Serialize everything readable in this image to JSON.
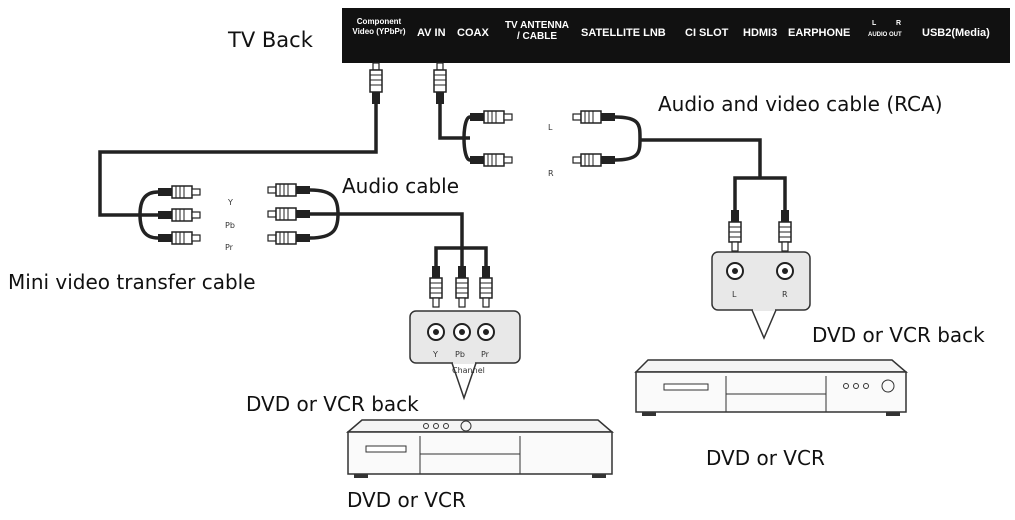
{
  "tv_back": {
    "title": "TV Back",
    "ports": {
      "component_line1": "Component",
      "component_line2": "Video (YPbPr)",
      "av_in": "AV IN",
      "coax": "COAX",
      "tv_antenna_line1": "TV ANTENNA",
      "tv_antenna_line2": "/ CABLE",
      "satellite_lnb": "SATELLITE LNB",
      "ci_slot": "CI SLOT",
      "hdmi3": "HDMI3",
      "earphone": "EARPHONE",
      "audio_out_l": "L",
      "audio_out_r": "R",
      "audio_out": "AUDIO OUT",
      "usb2": "USB2(Media)"
    }
  },
  "cables": {
    "rca": "Audio and video cable (RCA)",
    "audio": "Audio cable",
    "mini_video": "Mini video transfer cable",
    "rca_plug_l": "L",
    "rca_plug_r": "R",
    "mini_plug_y": "Y",
    "mini_plug_pb": "Pb",
    "mini_plug_pr": "Pr"
  },
  "left_device": {
    "jack_y": "Y",
    "jack_pb": "Pb",
    "jack_pr": "Pr",
    "channel": "Channel",
    "back_label": "DVD or VCR back",
    "device_label": "DVD or VCR"
  },
  "right_device": {
    "jack_l": "L",
    "jack_r": "R",
    "back_label": "DVD or VCR back",
    "device_label": "DVD or VCR"
  }
}
